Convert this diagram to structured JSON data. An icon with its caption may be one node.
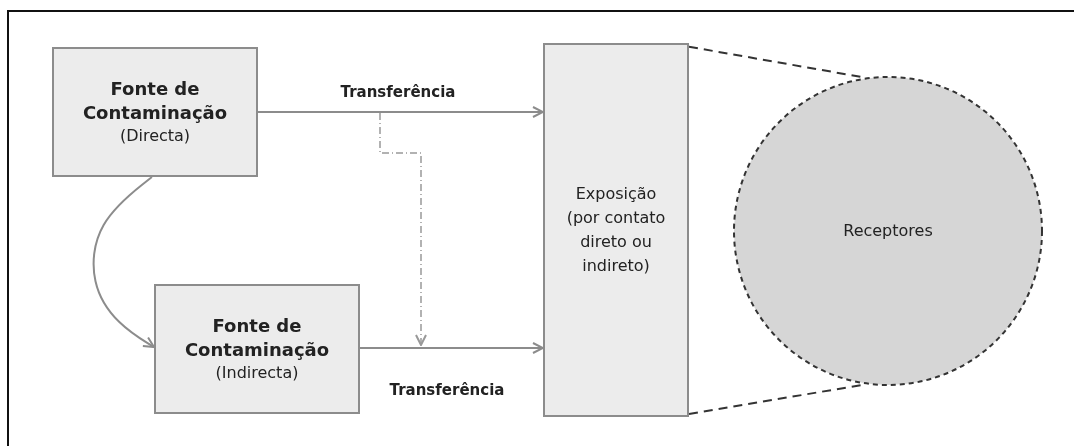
{
  "diagram": {
    "nodes": [
      {
        "text": [
          "Fonte de Contaminação",
          "(Directa)"
        ]
      },
      {
        "text": [
          "Fonte de Contaminação",
          "(Indirecta)"
        ]
      },
      {
        "text": [
          "Exposição (por contato direto ou indireto)"
        ]
      },
      {
        "text": [
          "Receptores"
        ]
      }
    ],
    "edges": [
      {
        "from": 0,
        "to": 2,
        "arrow": "to",
        "label": "Transferência"
      },
      {
        "from": 1,
        "to": 2,
        "arrow": "to",
        "label": "Transferência"
      },
      {
        "from": 0,
        "to": 1,
        "arrow": "to"
      },
      {
        "from": 2,
        "to": 3,
        "arrow": "none",
        "style": "dashed",
        "color": "#333333"
      },
      {
        "from": 2,
        "to": 3,
        "arrow": "none",
        "style": "dashed",
        "color": "#333333"
      }
    ]
  }
}
